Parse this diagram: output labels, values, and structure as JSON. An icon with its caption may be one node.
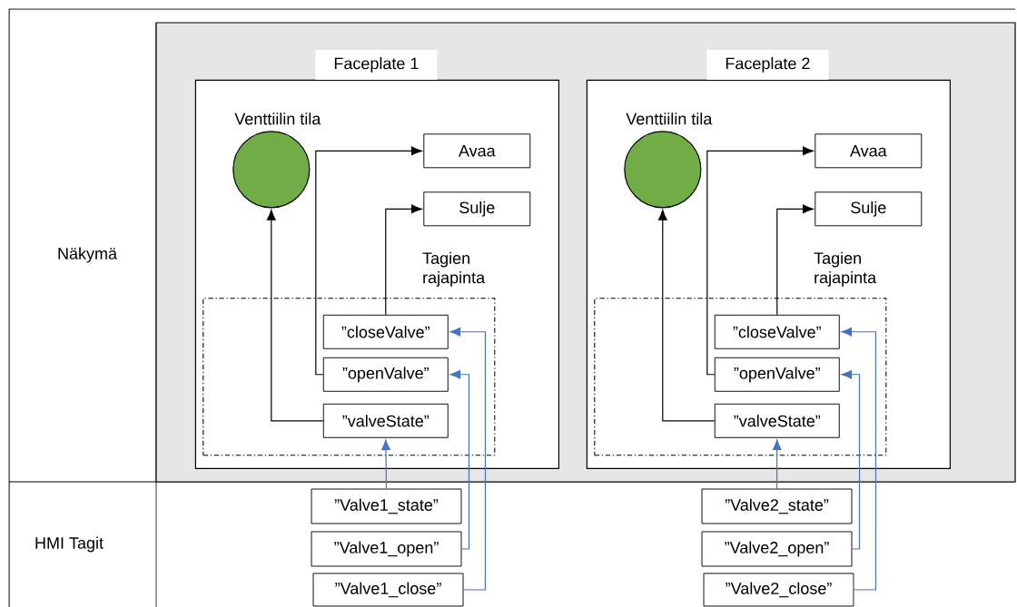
{
  "diagram": {
    "nodes": [
      {
        "text": [],
        "shape": "box"
      },
      {
        "text": [
          "Faceplate 1"
        ],
        "in": 0
      },
      {
        "text": [
          "Venttiilin tila"
        ],
        "in": 1
      },
      {
        "text": [
          "Avaa"
        ],
        "in": 1
      },
      {
        "text": [
          "Sulje"
        ],
        "in": 1
      },
      {
        "text": [
          "Tagien rajapinta"
        ],
        "in": 1
      },
      {
        "text": [
          "”closeValve”"
        ],
        "in": 5
      },
      {
        "text": [
          "”openValve”"
        ],
        "in": 5
      },
      {
        "text": [
          "”valveState”"
        ],
        "in": 5
      },
      {
        "text": [
          "Faceplate 2"
        ],
        "in": 0
      },
      {
        "text": [
          "Venttiilin tila"
        ],
        "in": 9
      },
      {
        "text": [
          "Avaa"
        ],
        "in": 9
      },
      {
        "text": [
          "Sulje"
        ],
        "in": 9
      },
      {
        "text": [
          "Tagien rajapinta"
        ],
        "in": 9
      },
      {
        "text": [
          "”closeValve”"
        ],
        "in": 13
      },
      {
        "text": [
          "”openValve”"
        ],
        "in": 13
      },
      {
        "text": [
          "”valveState”"
        ],
        "in": 13
      },
      {
        "text": [
          "”Valve1_state”"
        ]
      },
      {
        "text": [
          "”Valve1_open”"
        ]
      },
      {
        "text": [
          "”Valve1_close”"
        ]
      },
      {
        "text": [
          "”Valve2_state”"
        ]
      },
      {
        "text": [
          "”Valve2_open”"
        ]
      },
      {
        "text": [
          "”Valve2_close”"
        ]
      }
    ],
    "edges": [
      {
        "from": 8,
        "to": 2,
        "arrow": "to"
      },
      {
        "from": 7,
        "to": 3,
        "arrow": "to"
      },
      {
        "from": 6,
        "to": 4,
        "arrow": "to"
      },
      {
        "from": 17,
        "to": 8,
        "arrow": "to",
        "color": "#4472c4"
      },
      {
        "from": 18,
        "to": 7,
        "arrow": "to",
        "color": "#4472c4"
      },
      {
        "from": 19,
        "to": 6,
        "arrow": "to",
        "color": "#4472c4"
      },
      {
        "from": 16,
        "to": 10,
        "arrow": "to"
      },
      {
        "from": 15,
        "to": 11,
        "arrow": "to"
      },
      {
        "from": 14,
        "to": 12,
        "arrow": "to"
      },
      {
        "from": 20,
        "to": 16,
        "arrow": "to",
        "color": "#4472c4"
      },
      {
        "from": 21,
        "to": 15,
        "arrow": "to",
        "color": "#4472c4"
      },
      {
        "from": 22,
        "to": 14,
        "arrow": "to",
        "color": "#4472c4"
      }
    ],
    "labels": [
      "Näkymä",
      "HMI Tagit"
    ]
  }
}
